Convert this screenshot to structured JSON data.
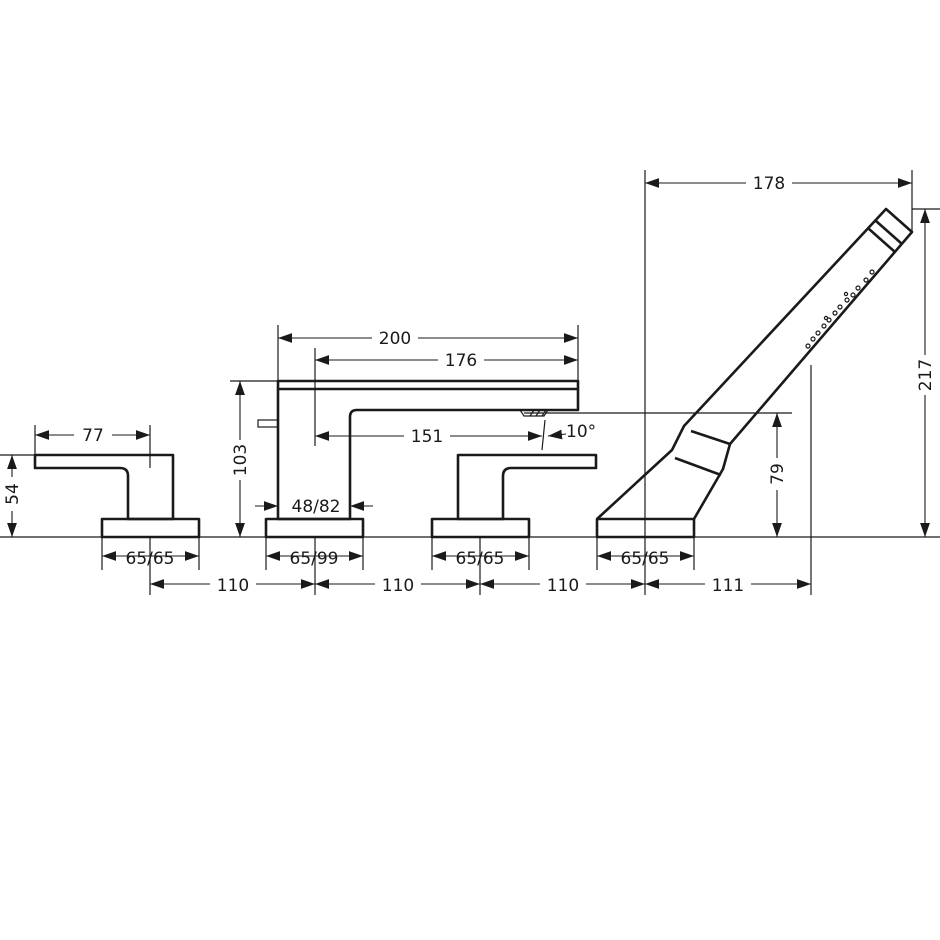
{
  "dimensions": {
    "handle_left_width": "77",
    "handle_left_height": "54",
    "base_left": "65/65",
    "spout_length": "200",
    "spout_outlet": "176",
    "spout_height": "103",
    "spout_reach": "151",
    "spout_angle": "10°",
    "spout_body": "48/82",
    "base_spout": "65/99",
    "base_mid": "65/65",
    "base_shower": "65/65",
    "spacing_1": "110",
    "spacing_2": "110",
    "spacing_3": "110",
    "spacing_4": "111",
    "shower_width": "178",
    "shower_height": "217",
    "shower_holder_height": "79"
  }
}
